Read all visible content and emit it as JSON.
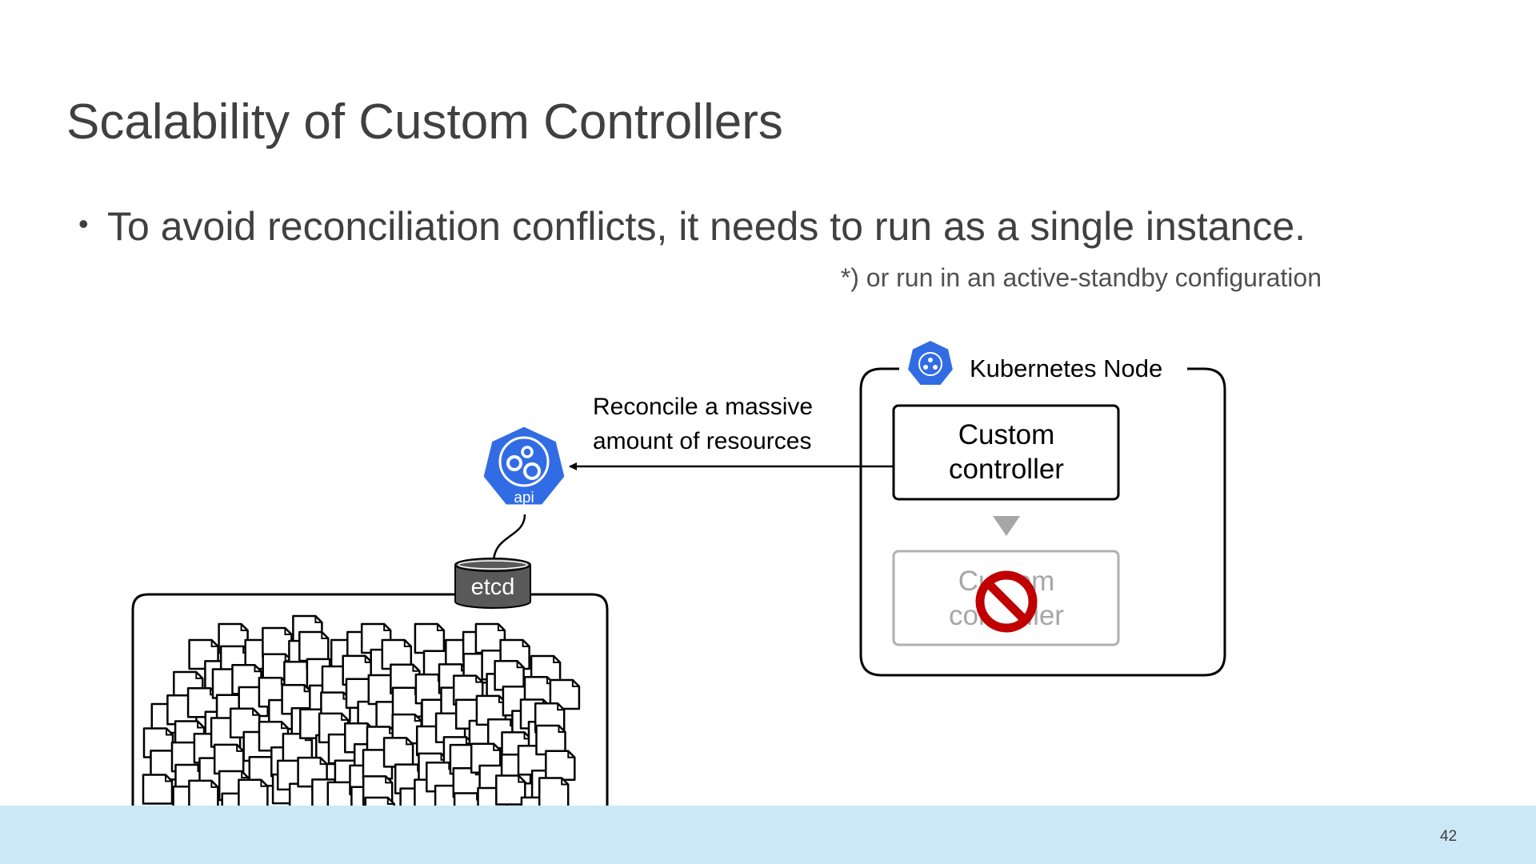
{
  "slide": {
    "title": "Scalability of Custom Controllers",
    "bullet": "To avoid reconciliation conflicts, it needs to run as a single instance.",
    "footnote": "*) or run in an active-standby configuration",
    "page_number": "42"
  },
  "diagram": {
    "node_label": "Kubernetes Node",
    "controller_active_line1": "Custom",
    "controller_active_line2": "controller",
    "controller_blocked_line1": "Custom",
    "controller_blocked_line2": "controller",
    "arrow_label_line1": "Reconcile a massive",
    "arrow_label_line2": "amount of resources",
    "api_label": "api",
    "etcd_label": "etcd"
  },
  "colors": {
    "kubernetes_blue": "#326ce5",
    "blocked_red": "#c00000",
    "footer_blue": "#cbe8f6"
  }
}
